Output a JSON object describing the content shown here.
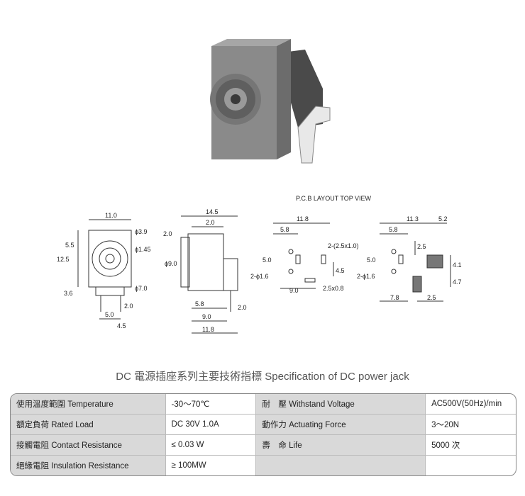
{
  "pcb_caption": "P.C.B LAYOUT    TOP VIEW",
  "spec_title": "DC  電源插座系列主要技術指標 Specification of DC power jack",
  "specs": [
    {
      "label": "使用溫度範圍 Temperature",
      "value": "-30～70℃",
      "label2": "耐　壓  Withstand Voltage",
      "value2": "AC500V(50Hz)/min"
    },
    {
      "label": "額定負荷  Rated Load",
      "value": "DC  30V  1.0A",
      "label2": "動作力  Actuating Force",
      "value2": "3～20N"
    },
    {
      "label": "接觸電阻  Contact Resistance",
      "value": "≤ 0.03 W",
      "label2": "壽　命  Life",
      "value2": "5000 次"
    },
    {
      "label": "絕緣電阻  Insulation Resistance",
      "value": "≥ 100MW",
      "label2": "",
      "value2": ""
    }
  ],
  "dims": {
    "front_w": "11.0",
    "d1": "ϕ3.9",
    "d2": "ϕ1.45",
    "d3": "ϕ7.0",
    "h1": "5.5",
    "h2": "12.5",
    "h3": "3.6",
    "b1": "5.0",
    "b2": "4.5",
    "b3": "2.0",
    "side_w": "14.5",
    "side_a": "2.0",
    "side_b": "2.0",
    "side_dia": "ϕ9.0",
    "side_c": "5.8",
    "side_d": "2.0",
    "side_e": "9.0",
    "side_f": "11.8",
    "p1_w": "11.8",
    "p1_a": "5.8",
    "p1_b": "5.0",
    "p1_c": "4.5",
    "p1_d": "9.0",
    "p1_holes": "2-(2.5x1.0)",
    "p1_dia": "2-ϕ1.6",
    "p1_slot": "2.5x0.8",
    "p2_w": "11.3",
    "p2_a": "5.2",
    "p2_b": "5.8",
    "p2_c": "2.5",
    "p2_d": "5.0",
    "p2_e": "4.1",
    "p2_f": "4.7",
    "p2_g": "7.8",
    "p2_h": "2.5",
    "p2_dia": "2-ϕ1.6"
  }
}
